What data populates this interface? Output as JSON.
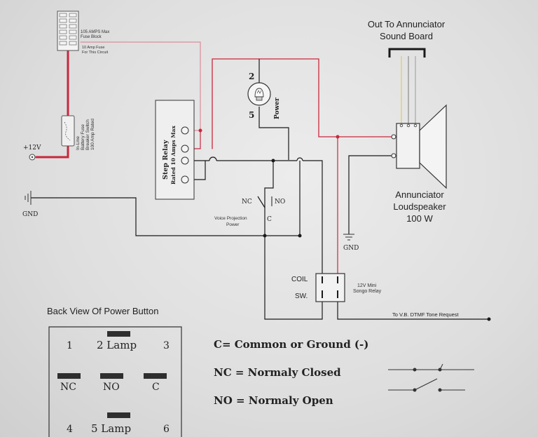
{
  "colors": {
    "wire": "#1a1a1a",
    "power": "#c8283c",
    "thin_red": "#d65a70",
    "yellow": "#d8c84a",
    "bg": "#e4e4e4"
  },
  "header": {
    "title_line1": "Out To Annunciator",
    "title_line2": "Sound Board"
  },
  "fuse_block": {
    "label1": "105 AMPS Max",
    "label2": "Fuse Block",
    "label3": "10 Amp Fuse",
    "label4": "For This Circuit"
  },
  "inline_fuse": {
    "line1": "In-Line",
    "line2": "Battery Fuse",
    "line3": "Breaker Switch",
    "line4": "100 Amp Rated"
  },
  "supply": {
    "plus12v": "+12V",
    "gnd_left": "GND"
  },
  "step_relay": {
    "line1": "Step Relay",
    "line2": "Rated 10 Amps Max"
  },
  "lamp": {
    "pin_top": "2",
    "pin_bottom": "5",
    "label": "Power"
  },
  "switch": {
    "nc": "NC",
    "no": "NO",
    "c": "C",
    "caption1": "Voice Projection",
    "caption2": "Power"
  },
  "speaker": {
    "line1": "Annunciator",
    "line2": "Loudspeaker",
    "line3": "100 W",
    "gnd": "GND"
  },
  "relay": {
    "coil": "COIL",
    "sw": "SW.",
    "note1": "12V Mini",
    "note2": "Songo Relay"
  },
  "dtmf": {
    "label": "To V.B. DTMF Tone Request"
  },
  "back_view": {
    "title": "Back View Of Power Button",
    "pin1": "1",
    "pin2": "2 Lamp",
    "pin3": "3",
    "nc": "NC",
    "no": "NO",
    "c": "C",
    "pin4": "4",
    "pin5": "5 Lamp",
    "pin6": "6"
  },
  "legend": {
    "c": "C= Common or Ground (-)",
    "nc": "NC = Normaly Closed",
    "no": "NO = Normaly Open"
  }
}
